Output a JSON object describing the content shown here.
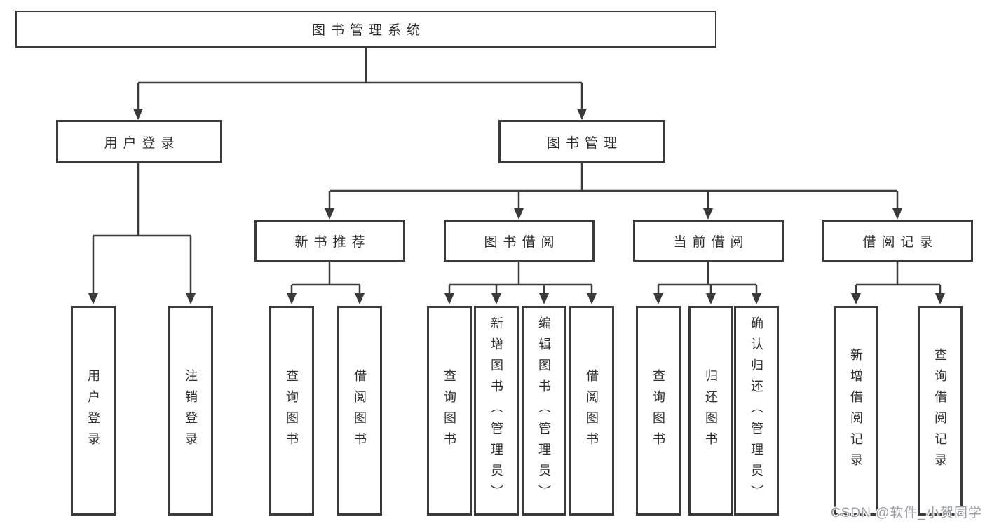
{
  "nodes": {
    "root": "图书管理系统",
    "user_login": "用户登录",
    "book_management": "图书管理",
    "new_book_recommend": "新书推荐",
    "book_borrowing": "图书借阅",
    "current_borrowing": "当前借阅",
    "borrowing_records": "借阅记录",
    "leaf_user_login": "用户登录",
    "leaf_logout": "注销登录",
    "leaf_query_books_1": "查询图书",
    "leaf_borrow_books_1": "借阅图书",
    "leaf_query_books_2": "查询图书",
    "leaf_add_books_admin": "新增图书（管理员）",
    "leaf_edit_books_admin": "编辑图书（管理员）",
    "leaf_borrow_books_2": "借阅图书",
    "leaf_query_books_3": "查询图书",
    "leaf_return_books": "归还图书",
    "leaf_confirm_return_admin": "确认归还（管理员）",
    "leaf_add_borrow_record": "新增借阅记录",
    "leaf_query_borrow_record": "查询借阅记录"
  },
  "watermark": "CSDN @软件_小贺同学",
  "colors": {
    "line": "#3a3a3a",
    "text": "#2f2f2f",
    "watermark": "#9b9ea3",
    "background": "#ffffff"
  }
}
